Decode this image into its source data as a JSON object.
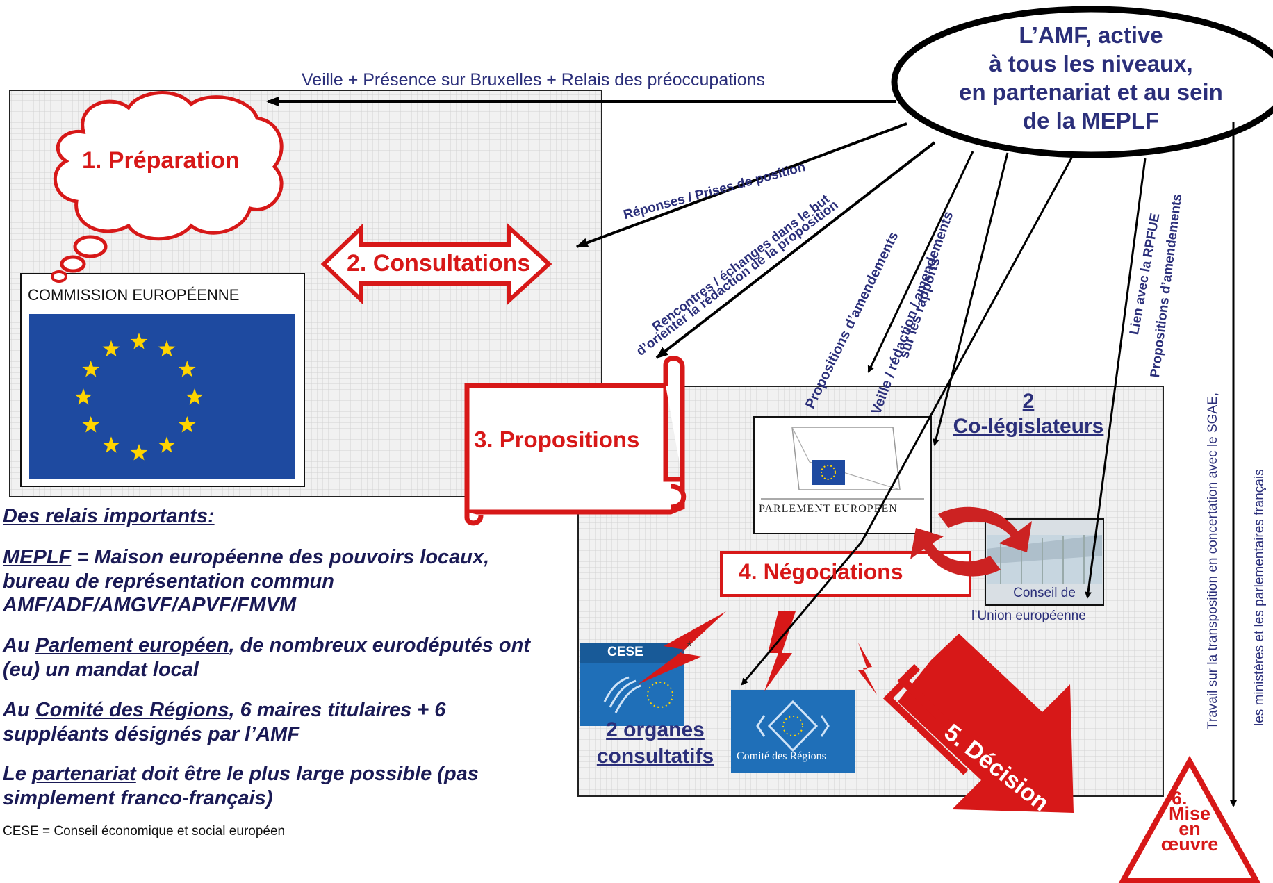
{
  "title": "L’AMF, active à tous les niveaux, en partenariat et au sein de la MEPLF",
  "ellipse": {
    "line1": "L’AMF, active",
    "line2": "à tous les niveaux,",
    "line3": "en partenariat et au sein",
    "line4": "de la MEPLF"
  },
  "steps": {
    "preparation": "1. Préparation",
    "consultations": "2. Consultations",
    "propositions": "3. Propositions",
    "negociations": "4. Négociations",
    "decision": "5. Décision",
    "mise_en_oeuvre": {
      "num": "6.",
      "l1": "Mise",
      "l2": "en",
      "l3": "œuvre"
    }
  },
  "institutions": {
    "commission": "COMMISSION EUROPÉENNE",
    "parlement": "PARLEMENT EUROPEEN",
    "conseil_l1": "Conseil de",
    "conseil_l2": "l’Union européenne",
    "cese": "CESE",
    "cese_star": "*",
    "comite": "Comité des Régions",
    "colegislateurs_num": "2",
    "colegislateurs": "Co-législateurs",
    "organes_l1": "2 organes",
    "organes_l2": "consultatifs"
  },
  "arrow_labels": {
    "veille": "Veille + Présence sur Bruxelles + Relais des préoccupations",
    "reponses": "Réponses / Prises de position",
    "rencontres_l1": "Rencontres / échanges dans le but",
    "rencontres_l2": "d’orienter la rédaction de la proposition",
    "propositions_amend": "Propositions d’amendements",
    "veille_redaction_l1": "Veille / rédaction / amendements",
    "veille_redaction_l2": "sur les rapports",
    "lien_rpfue_l1": "Lien avec la RPFUE",
    "lien_rpfue_l2": "Propositions d’amendements",
    "travail_l1": "Travail sur la transposition en concertation avec le SGAE,",
    "travail_l2": "les ministères et les parlementaires français"
  },
  "notes": {
    "heading": "Des relais importants:",
    "meplf_abbr": "MEPLF",
    "meplf_text": " = Maison européenne des pouvoirs locaux, bureau de représentation commun AMF/ADF/AMGVF/APVF/FMVM",
    "pe_pre": "Au ",
    "pe_link": "Parlement européen",
    "pe_text": ", de nombreux eurodéputés ont (eu) un mandat local",
    "cdr_pre": "Au ",
    "cdr_link": "Comité des Régions",
    "cdr_text": ", 6 maires titulaires + 6 suppléants désignés par l’AMF",
    "part_pre": "Le ",
    "part_link": "partenariat",
    "part_text": " doit être le plus large possible (pas simplement franco-français)",
    "footnote": "CESE = Conseil économique et social européen"
  },
  "colors": {
    "red": "#d71818",
    "dark_red": "#b00000",
    "navy": "#2b2f7a",
    "eu_blue": "#1e4aa0",
    "cdr_blue": "#1f6fb8",
    "star_yellow": "#ffd400",
    "grid_bg": "#eeeeee"
  }
}
